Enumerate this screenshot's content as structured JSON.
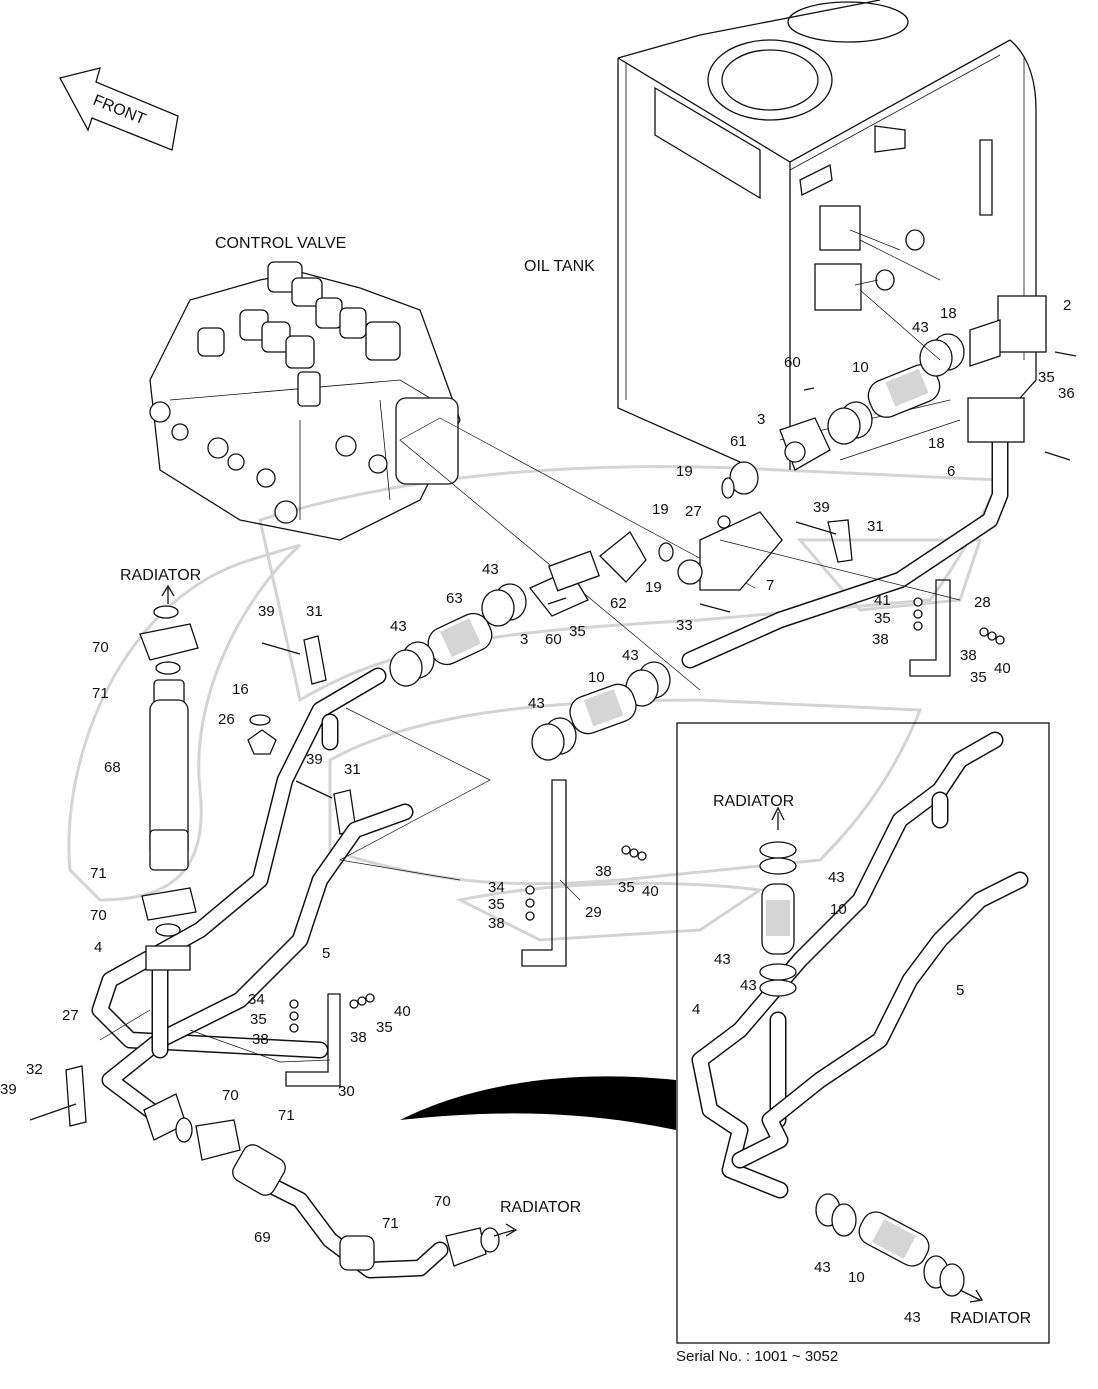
{
  "titles": {
    "front": "FRONT",
    "control_valve": "CONTROL VALVE",
    "oil_tank": "OIL TANK",
    "radiator": "RADIATOR"
  },
  "watermark": "OPEX",
  "serial": "Serial No. : 1001 ~ 3052",
  "callouts": [
    "18",
    "2",
    "43",
    "10",
    "60",
    "35",
    "36",
    "3",
    "61",
    "18",
    "19",
    "6",
    "27",
    "39",
    "31",
    "19",
    "43",
    "63",
    "43",
    "62",
    "19",
    "7",
    "33",
    "28",
    "41",
    "35",
    "38",
    "3",
    "60",
    "35",
    "43",
    "10",
    "70",
    "39",
    "31",
    "71",
    "16",
    "26",
    "38",
    "35",
    "40",
    "43",
    "68",
    "39",
    "31",
    "38",
    "35",
    "40",
    "34",
    "35",
    "38",
    "29",
    "71",
    "70",
    "4",
    "5",
    "34",
    "35",
    "38",
    "40",
    "27",
    "38",
    "35",
    "30",
    "32",
    "39",
    "70",
    "71",
    "70",
    "69",
    "71",
    "43",
    "10",
    "43",
    "4",
    "5",
    "43",
    "10",
    "43",
    "43"
  ]
}
